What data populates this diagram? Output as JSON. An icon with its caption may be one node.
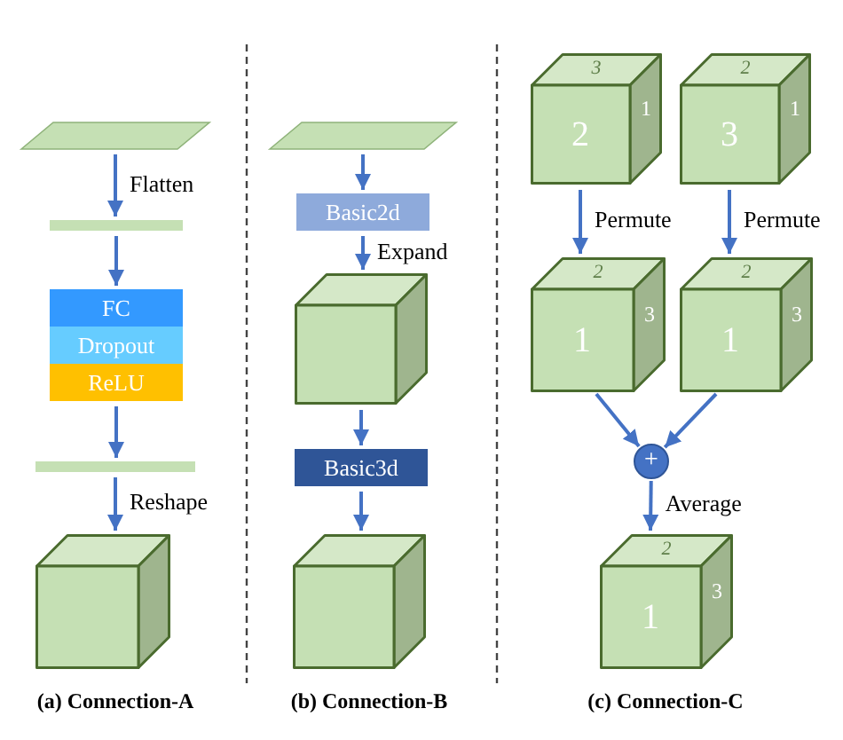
{
  "diagram": {
    "nodes": [
      {
        "text": [],
        "shape": "parallelogram"
      },
      {
        "text": [],
        "shape": "bar"
      },
      {
        "text": [
          "FC"
        ]
      },
      {
        "text": [
          "Dropout"
        ]
      },
      {
        "text": [
          "ReLU"
        ]
      },
      {
        "text": [],
        "shape": "bar"
      },
      {
        "text": [],
        "shape": "cube"
      },
      {
        "text": [],
        "shape": "parallelogram"
      },
      {
        "text": [
          "Basic2d"
        ]
      },
      {
        "text": [],
        "shape": "cube"
      },
      {
        "text": [
          "Basic3d"
        ]
      },
      {
        "text": [],
        "shape": "cube"
      },
      {
        "text": [
          "3",
          "2",
          "1"
        ]
      },
      {
        "text": [
          "2",
          "3",
          "1"
        ]
      },
      {
        "text": [
          "2",
          "1",
          "3"
        ]
      },
      {
        "text": [
          "2",
          "1",
          "3"
        ]
      },
      {
        "text": [
          "+"
        ]
      },
      {
        "text": [
          "2",
          "1",
          "3"
        ]
      }
    ],
    "edges": [
      {
        "from": 0,
        "to": 1,
        "arrow": "to",
        "label": "Flatten"
      },
      {
        "from": 1,
        "to": 2,
        "arrow": "to"
      },
      {
        "from": 4,
        "to": 5,
        "arrow": "to"
      },
      {
        "from": 5,
        "to": 6,
        "arrow": "to",
        "label": "Reshape"
      },
      {
        "from": 7,
        "to": 8,
        "arrow": "to"
      },
      {
        "from": 8,
        "to": 9,
        "arrow": "to",
        "label": "Expand"
      },
      {
        "from": 9,
        "to": 10,
        "arrow": "to"
      },
      {
        "from": 10,
        "to": 11,
        "arrow": "to"
      },
      {
        "from": 12,
        "to": 14,
        "arrow": "to",
        "label": "Permute"
      },
      {
        "from": 13,
        "to": 15,
        "arrow": "to",
        "label": "Permute"
      },
      {
        "from": 14,
        "to": 16,
        "arrow": "to"
      },
      {
        "from": 15,
        "to": 16,
        "arrow": "to"
      },
      {
        "from": 16,
        "to": 17,
        "arrow": "to",
        "label": "Average"
      }
    ],
    "labels": [
      "(a) Connection-A",
      "(b) Connection-B",
      "(c) Connection-C"
    ]
  }
}
